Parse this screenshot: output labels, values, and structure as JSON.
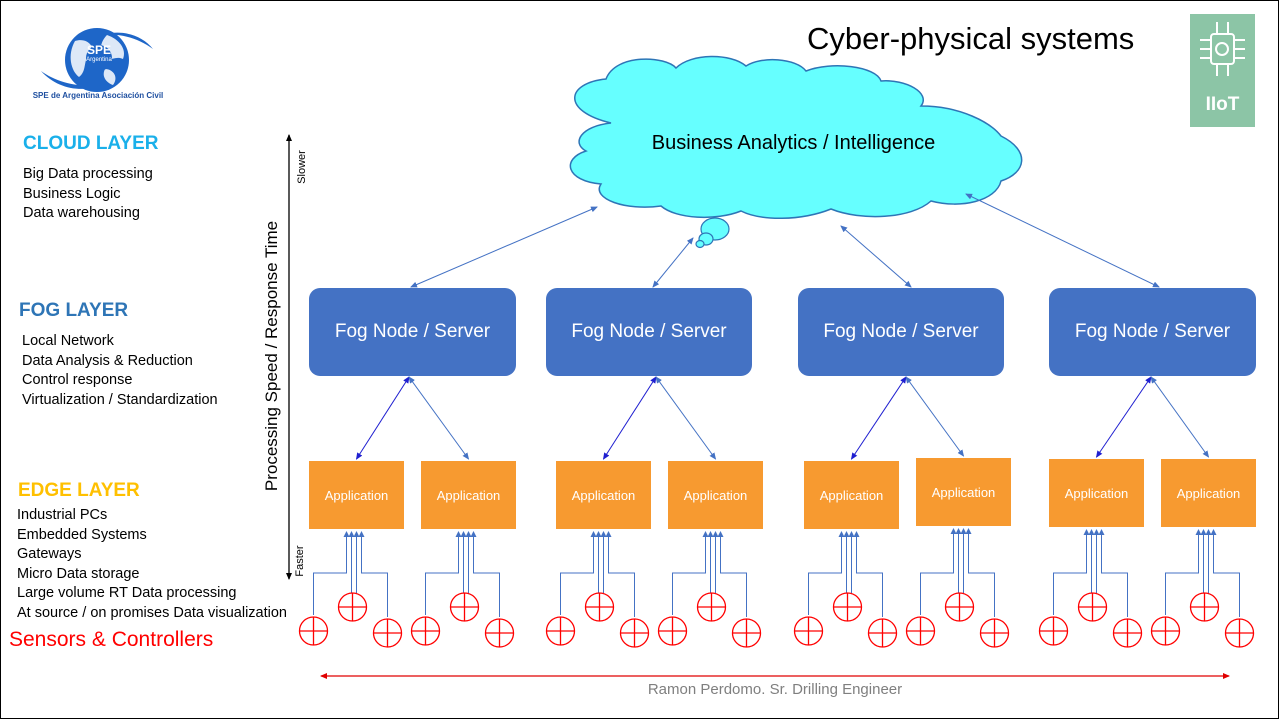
{
  "slide_title": "Cyber-physical systems",
  "logo": {
    "badge": "SPE",
    "badge_sub": "Argentina",
    "caption": "SPE de Argentina Asociación Civil"
  },
  "iiot_badge": {
    "label": "IIoT"
  },
  "layers": {
    "cloud": {
      "title": "CLOUD LAYER",
      "color": "#1ab0ea",
      "items": [
        "Big Data processing",
        "Business Logic",
        "Data warehousing"
      ]
    },
    "fog": {
      "title": "FOG LAYER",
      "color": "#2e75b6",
      "items": [
        "Local Network",
        "Data Analysis & Reduction",
        "Control response",
        "Virtualization / Standardization"
      ]
    },
    "edge": {
      "title": "EDGE LAYER",
      "color": "#ffc000",
      "items": [
        "Industrial PCs",
        "Embedded Systems",
        "Gateways",
        "Micro Data storage",
        "Large volume RT Data processing",
        "At source / on promises Data visualization"
      ]
    },
    "sensors": {
      "title": "Sensors & Controllers",
      "color": "#ff0000"
    }
  },
  "vertical_axis": {
    "label": "Processing Speed / Response Time",
    "top_label": "Slower",
    "bottom_label": "Faster"
  },
  "cloud": {
    "label": "Business Analytics / Intelligence",
    "fill": "#66ffff",
    "stroke": "#2e75b6"
  },
  "fog_nodes": [
    {
      "label": "Fog Node / Server"
    },
    {
      "label": "Fog Node / Server"
    },
    {
      "label": "Fog Node / Server"
    },
    {
      "label": "Fog Node / Server"
    }
  ],
  "applications": [
    {
      "label": "Application"
    },
    {
      "label": "Application"
    },
    {
      "label": "Application"
    },
    {
      "label": "Application"
    },
    {
      "label": "Application"
    },
    {
      "label": "Application"
    },
    {
      "label": "Application"
    },
    {
      "label": "Application"
    }
  ],
  "footer": {
    "text": "Ramon Perdomo. Sr. Drilling Engineer"
  },
  "colors": {
    "fog_fill": "#4472c4",
    "app_fill": "#f79a30",
    "link": "#4472c4",
    "sensor": "#ff0000"
  }
}
